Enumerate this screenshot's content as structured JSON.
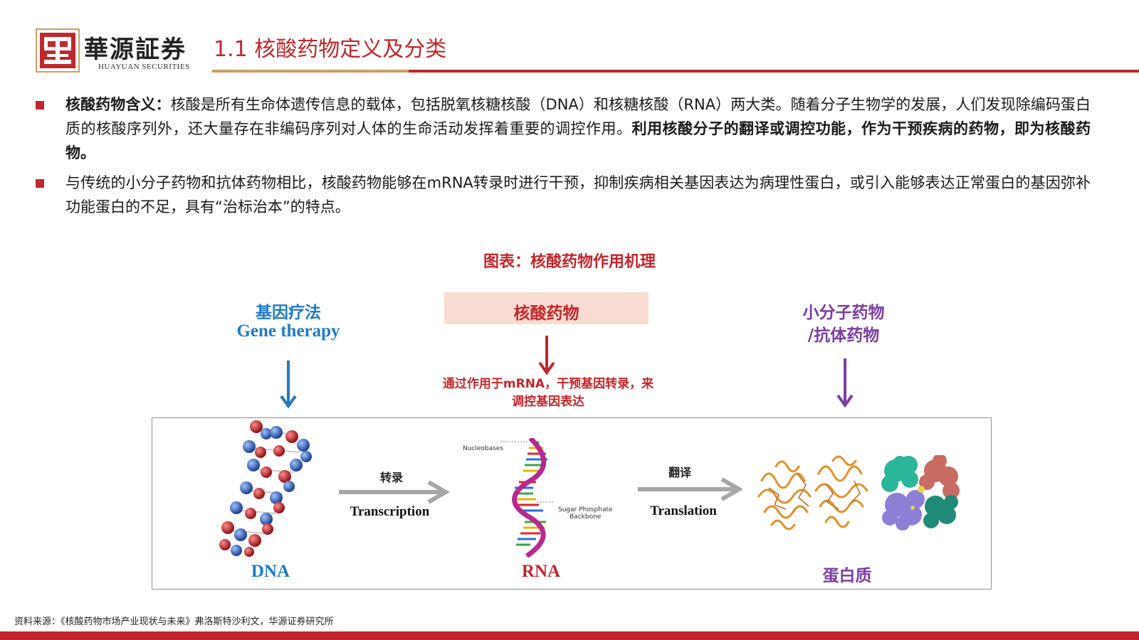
{
  "header": {
    "brand_cn": "華源証券",
    "brand_en": "HUAYUAN SECURITIES",
    "title": "1.1 核酸药物定义及分类"
  },
  "bullets": [
    {
      "lead": "核酸药物含义：",
      "text": "核酸是所有生命体遗传信息的载体，包括脱氧核糖核酸（DNA）和核糖核酸（RNA）两大类。随着分子生物学的发展，人们发现除编码蛋白质的核酸序列外，还大量存在非编码序列对人体的生命活动发挥着重要的调控作用。",
      "tail": "利用核酸分子的翻译或调控功能，作为干预疾病的药物，即为核酸药物。"
    },
    {
      "text": "与传统的小分子药物和抗体药物相比，核酸药物能够在mRNA转录时进行干预，抑制疾病相关基因表达为病理性蛋白，或引入能够表达正常蛋白的基因弥补功能蛋白的不足，具有“治标治本”的特点。"
    }
  ],
  "figure": {
    "title": "图表：核酸药物作用机理",
    "gene_therapy_cn": "基因疗法",
    "gene_therapy_en": "Gene therapy",
    "nucleic_acid_drug": "核酸药物",
    "nucleic_acid_note": "通过作用于mRNA，干预基因转录，来调控基因表达",
    "small_molecule_line1": "小分子药物",
    "small_molecule_line2": "/抗体药物",
    "step1_cn": "转录",
    "step1_en": "Transcription",
    "step2_cn": "翻译",
    "step2_en": "Translation",
    "rna_label_nucleobases": "Nucleobases",
    "rna_label_backbone_1": "Sugar Phosphate",
    "rna_label_backbone_2": "Backbone",
    "cap_dna": "DNA",
    "cap_rna": "RNA",
    "cap_protein": "蛋白质"
  },
  "source": "资料来源：《核酸药物市场产业现状与未来》弗洛斯特沙利文，华源证券研究所",
  "colors": {
    "brand_red": "#c0272d",
    "brand_gold": "#c9a063",
    "gene_blue": "#1f7bc1",
    "drug_purple": "#7a3ea0",
    "box_pink": "#f8dcd1"
  }
}
